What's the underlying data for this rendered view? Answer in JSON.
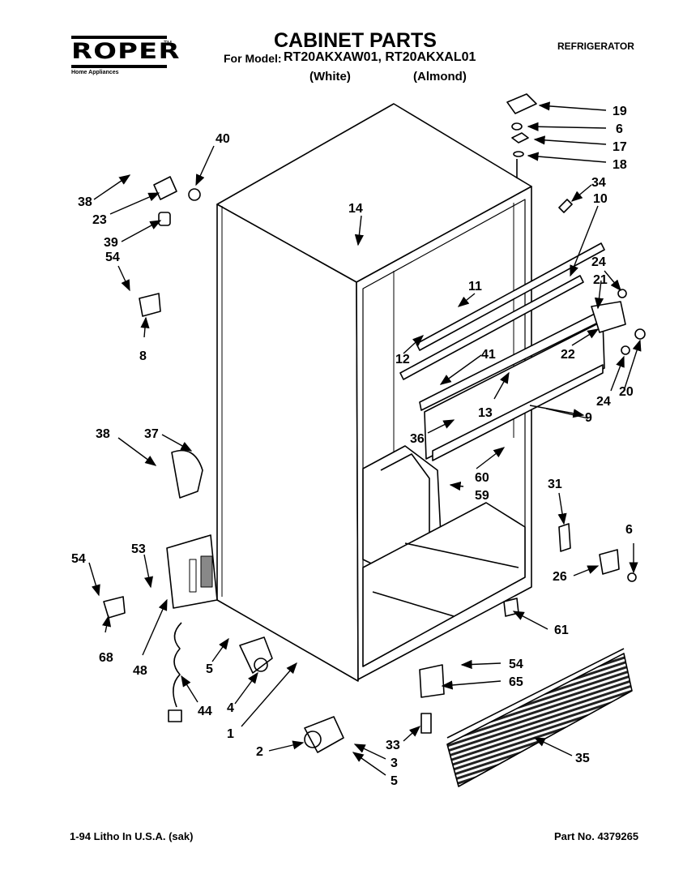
{
  "header": {
    "brand": "ROPER",
    "brand_tm": "TM",
    "brand_sub": "Home Appliances",
    "title": "CABINET PARTS",
    "model_prefix": "For Model:",
    "models": "RT20AKXAW01, RT20AKXAL01",
    "color_1": "(White)",
    "color_2": "(Almond)",
    "category": "REFRIGERATOR"
  },
  "footer": {
    "left": "1-94 Litho In U.S.A. (sak)",
    "right": "Part No. 4379265"
  },
  "callouts": {
    "c1": "1",
    "c2": "2",
    "c3": "3",
    "c4": "4",
    "c5a": "5",
    "c5b": "5",
    "c6a": "6",
    "c6b": "6",
    "c8": "8",
    "c9": "9",
    "c10": "10",
    "c11": "11",
    "c12": "12",
    "c13": "13",
    "c14": "14",
    "c17": "17",
    "c18": "18",
    "c19": "19",
    "c20": "20",
    "c21": "21",
    "c22": "22",
    "c23": "23",
    "c24a": "24",
    "c24b": "24",
    "c26": "26",
    "c31": "31",
    "c33": "33",
    "c34": "34",
    "c35": "35",
    "c36": "36",
    "c37": "37",
    "c38a": "38",
    "c38b": "38",
    "c39": "39",
    "c40": "40",
    "c41": "41",
    "c44": "44",
    "c48": "48",
    "c53": "53",
    "c54a": "54",
    "c54b": "54",
    "c54c": "54",
    "c59": "59",
    "c60": "60",
    "c61": "61",
    "c65": "65",
    "c68": "68"
  }
}
